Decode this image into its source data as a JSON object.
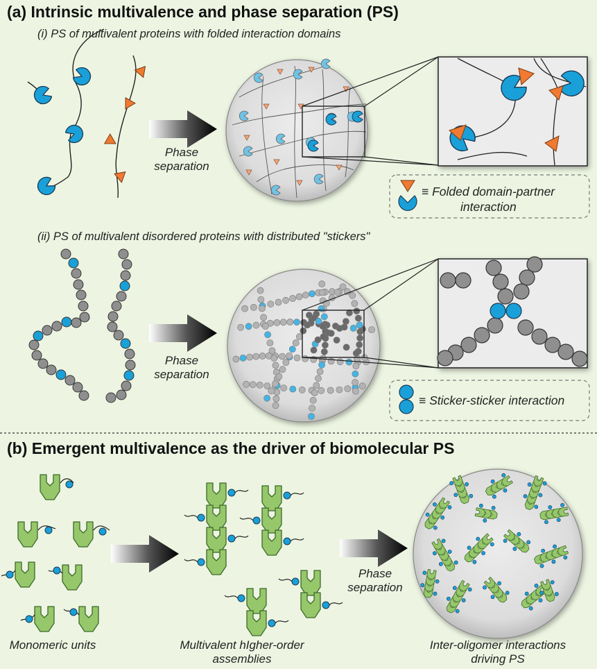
{
  "panel_a": {
    "title": "(a) Intrinsic multivalence and phase separation (PS)",
    "sub_i": "(i) PS of multivalent proteins with folded interaction domains",
    "sub_ii": "(ii) PS of multivalent disordered proteins with distributed \"stickers\"",
    "arrow_label_line1": "Phase",
    "arrow_label_line2": "separation",
    "legend_i_line1": "≡ Folded domain-partner",
    "legend_i_line2": "interaction",
    "legend_ii": "≡ Sticker-sticker interaction"
  },
  "panel_b": {
    "title": "(b) Emergent multivalence as the driver of biomolecular PS",
    "arrow_label_line1": "Phase",
    "arrow_label_line2": "separation",
    "label_monomers": "Monomeric units",
    "label_assemblies_line1": "Multivalent hIgher-order",
    "label_assemblies_line2": "assemblies",
    "label_inter_line1": "Inter-oligomer interactions",
    "label_inter_line2": "driving PS"
  },
  "colors": {
    "background": "#edf5e2",
    "blue_domain": "#1aa0d8",
    "orange_partner": "#f07a32",
    "grey_bead": "#8f8f8f",
    "green_unit": "#96c76a",
    "droplet": "#d9d9d9"
  }
}
